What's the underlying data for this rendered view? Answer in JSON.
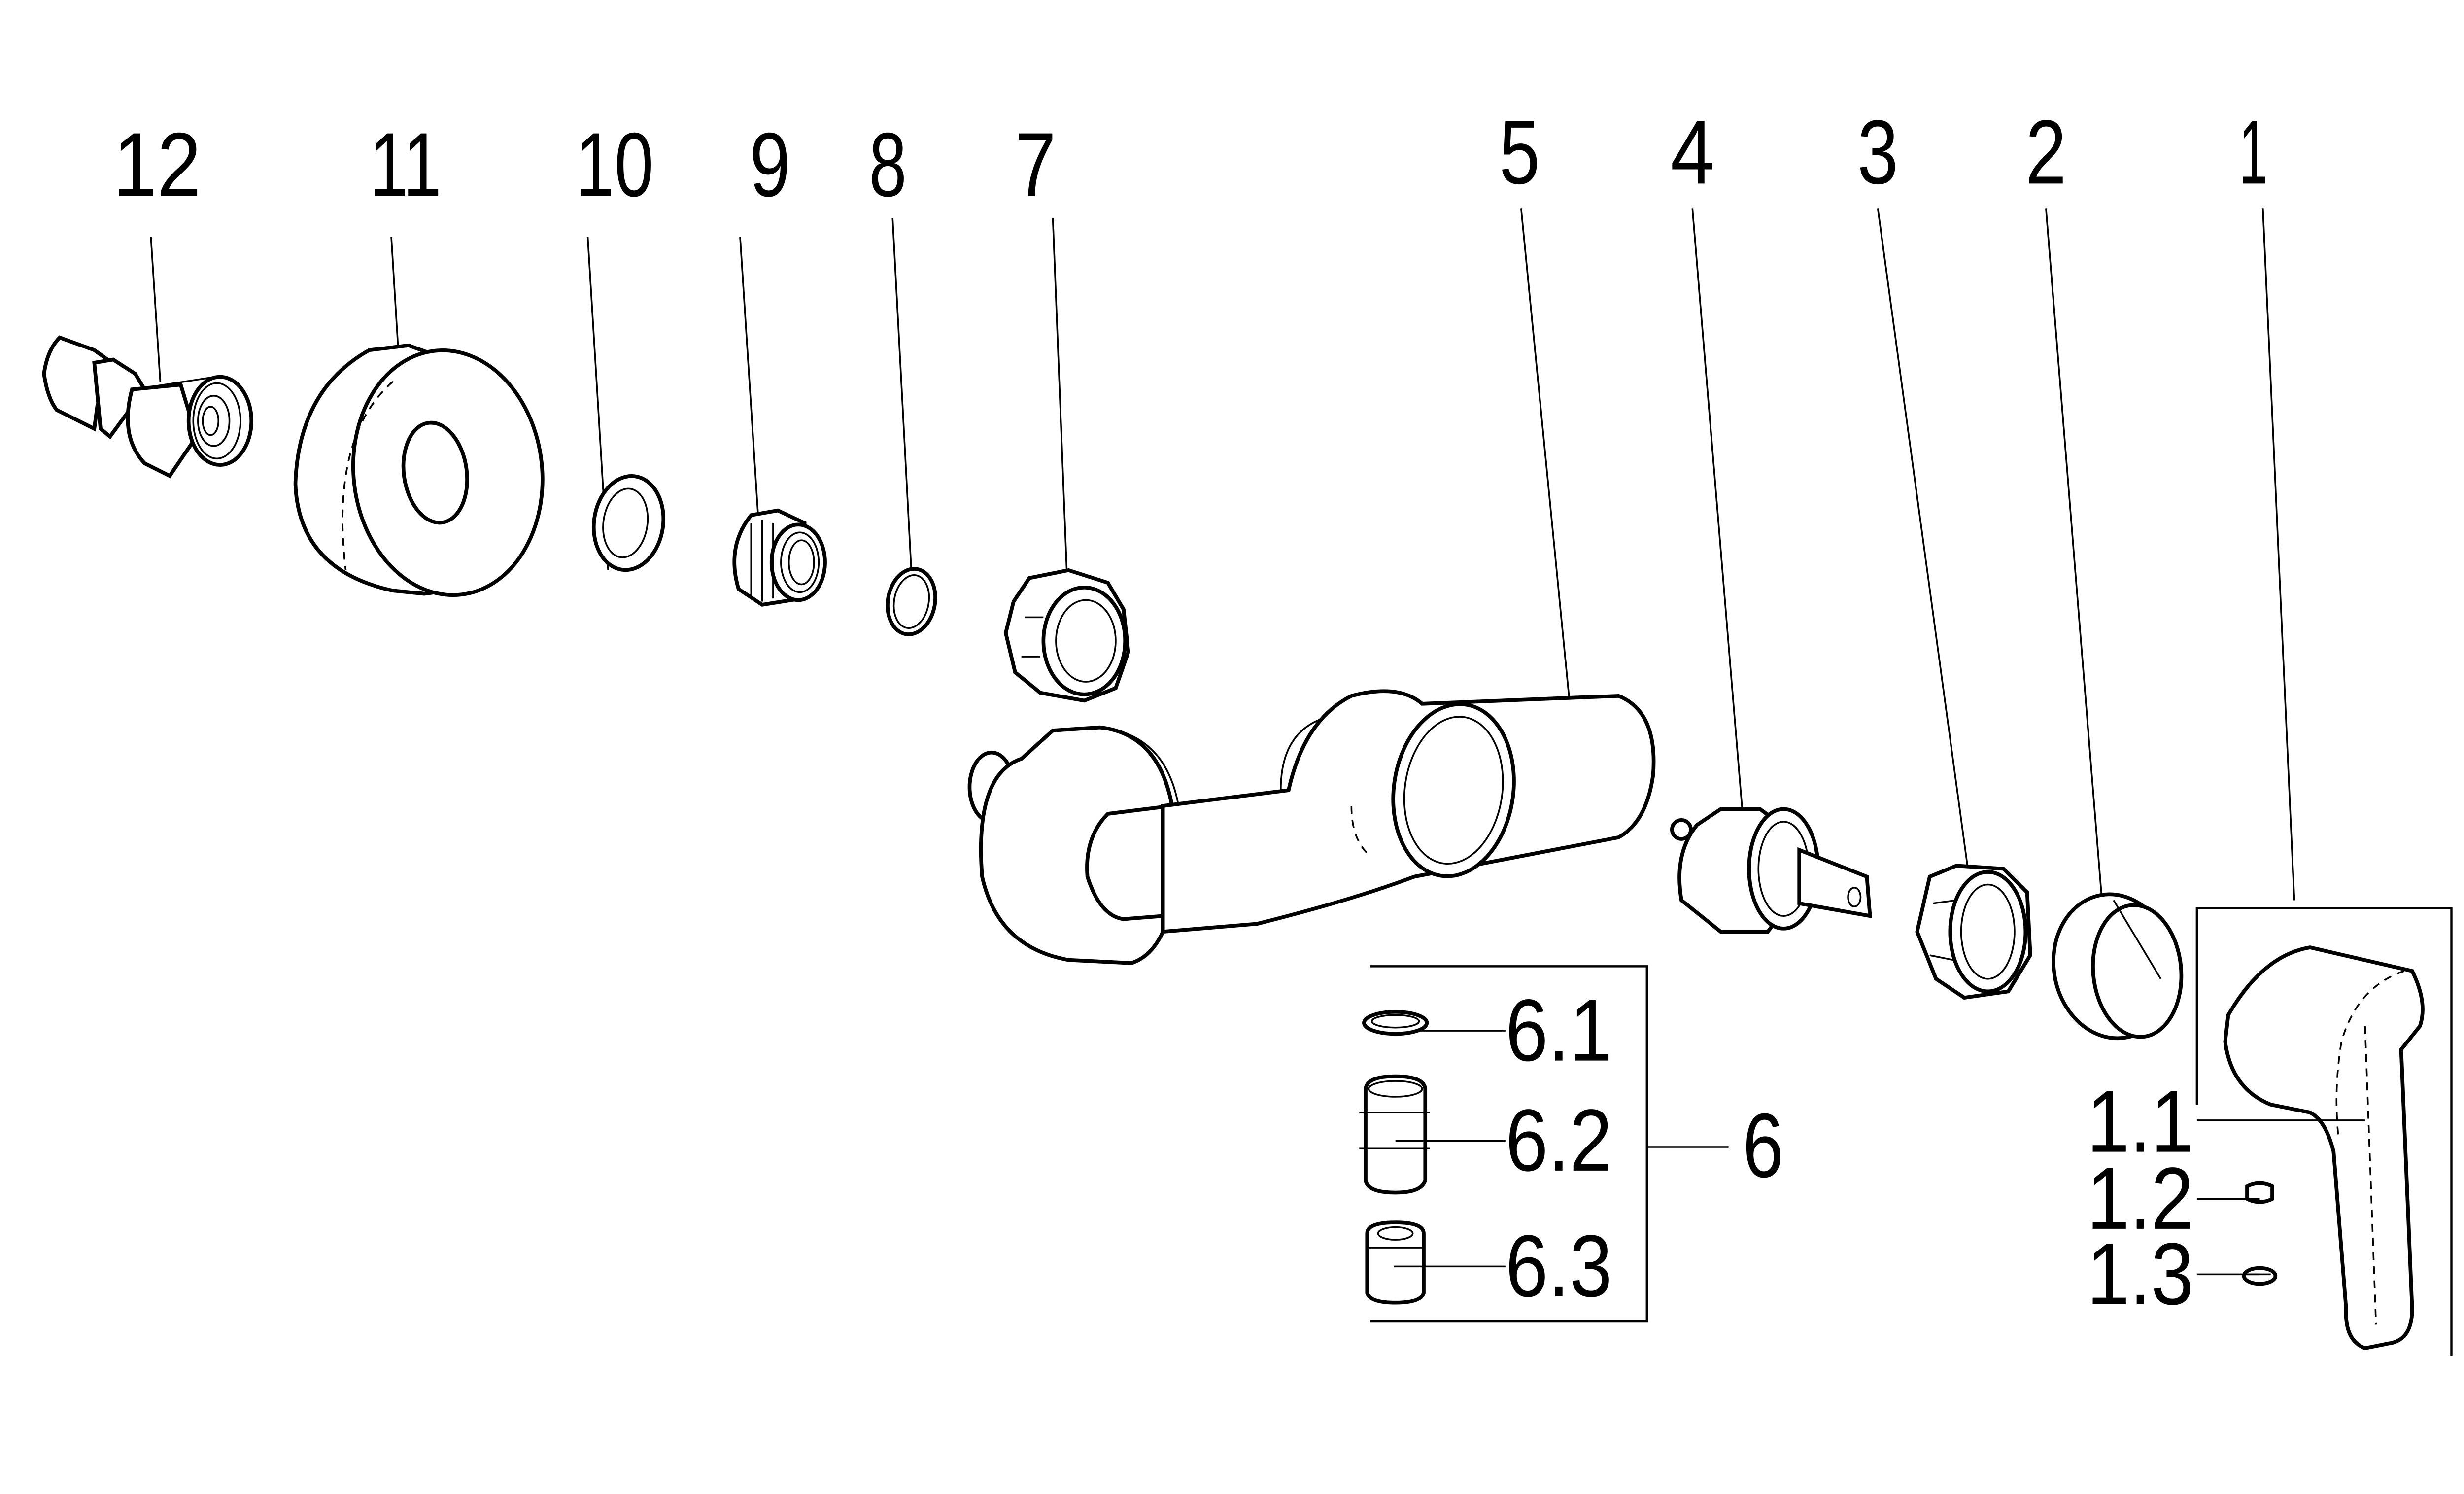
{
  "diagram": {
    "type": "exploded-parts-diagram",
    "subject": "single-lever wall-mounted shower mixer",
    "colors": {
      "ink": "#000000",
      "background": "#ffffff"
    },
    "top_labels": [
      "12",
      "11",
      "10",
      "9",
      "8",
      "7",
      "5",
      "4",
      "3",
      "2",
      "1"
    ],
    "parts": [
      {
        "id": "12",
        "label": "12",
        "icon": "s-union-connector-icon"
      },
      {
        "id": "11",
        "label": "11",
        "icon": "wall-rosette-icon"
      },
      {
        "id": "10",
        "label": "10",
        "icon": "flat-washer-icon"
      },
      {
        "id": "9",
        "label": "9",
        "icon": "threaded-insert-icon"
      },
      {
        "id": "8",
        "label": "8",
        "icon": "o-ring-icon"
      },
      {
        "id": "7",
        "label": "7",
        "icon": "union-nut-icon"
      },
      {
        "id": "5",
        "label": "5",
        "icon": "mixer-body-icon"
      },
      {
        "id": "4",
        "label": "4",
        "icon": "cartridge-icon"
      },
      {
        "id": "3",
        "label": "3",
        "icon": "cartridge-nut-icon"
      },
      {
        "id": "2",
        "label": "2",
        "icon": "cover-cap-icon"
      },
      {
        "id": "1",
        "label": "1",
        "icon": "lever-handle-icon"
      }
    ],
    "group_6": {
      "label": "6",
      "items": [
        {
          "id": "6.1",
          "label": "6.1",
          "icon": "o-ring-icon"
        },
        {
          "id": "6.2",
          "label": "6.2",
          "icon": "outlet-adapter-icon"
        },
        {
          "id": "6.3",
          "label": "6.3",
          "icon": "aerator-icon"
        }
      ]
    },
    "group_1": {
      "label": "1",
      "items": [
        {
          "id": "1.1",
          "label": "1.1",
          "icon": "lever-handle-icon"
        },
        {
          "id": "1.2",
          "label": "1.2",
          "icon": "set-screw-icon"
        },
        {
          "id": "1.3",
          "label": "1.3",
          "icon": "cap-plug-icon"
        }
      ]
    }
  }
}
